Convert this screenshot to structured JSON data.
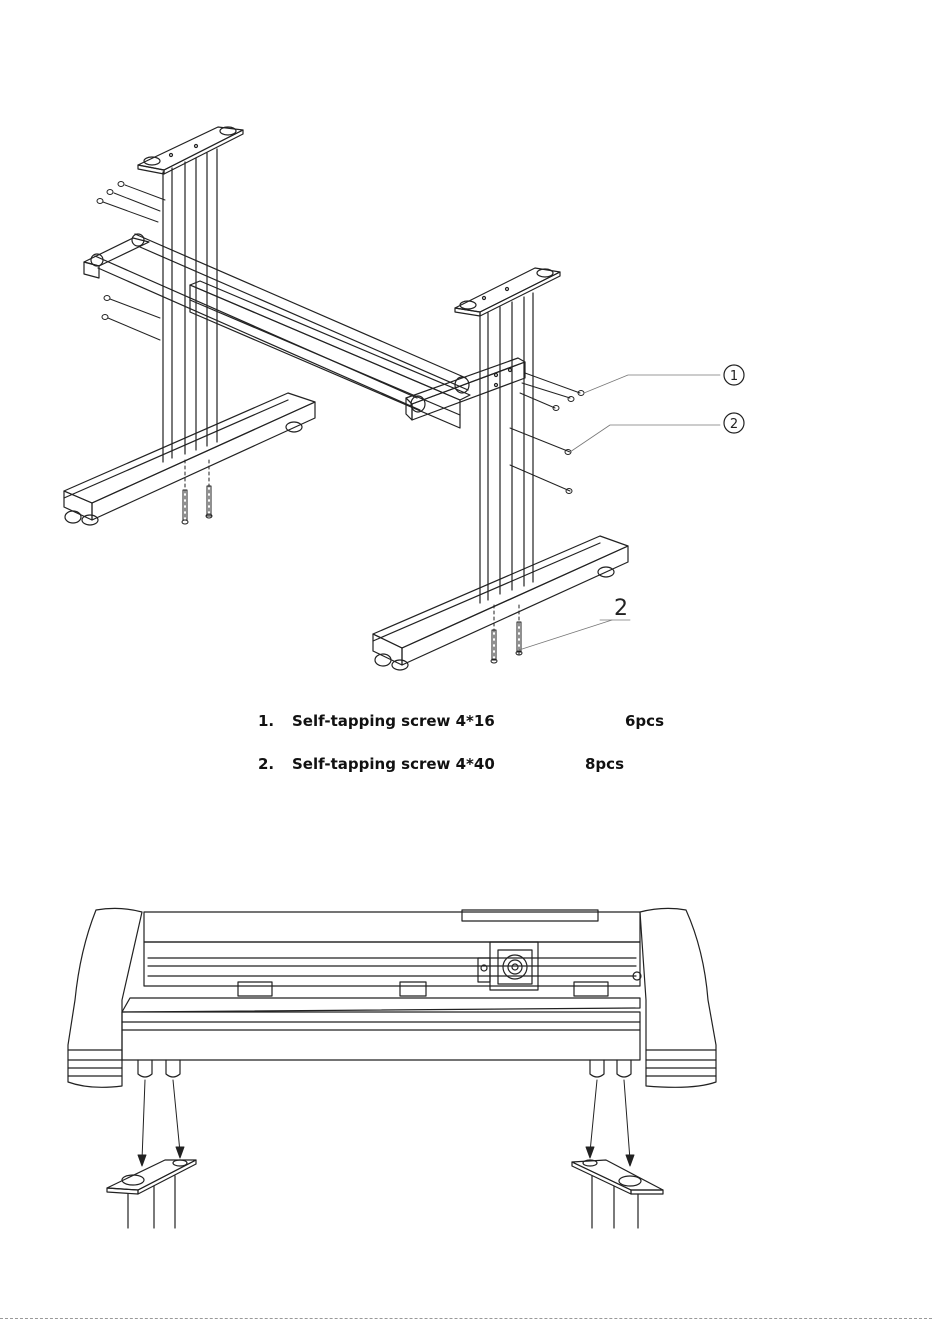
{
  "callouts": [
    {
      "label": "1"
    },
    {
      "label": "2"
    }
  ],
  "floor_label": "2",
  "parts_list": [
    {
      "number": "1.",
      "name": "Self-tapping screw 4*16",
      "quantity": "6pcs"
    },
    {
      "number": "2.",
      "name": "Self-tapping screw 4*40",
      "quantity": "8pcs"
    }
  ]
}
